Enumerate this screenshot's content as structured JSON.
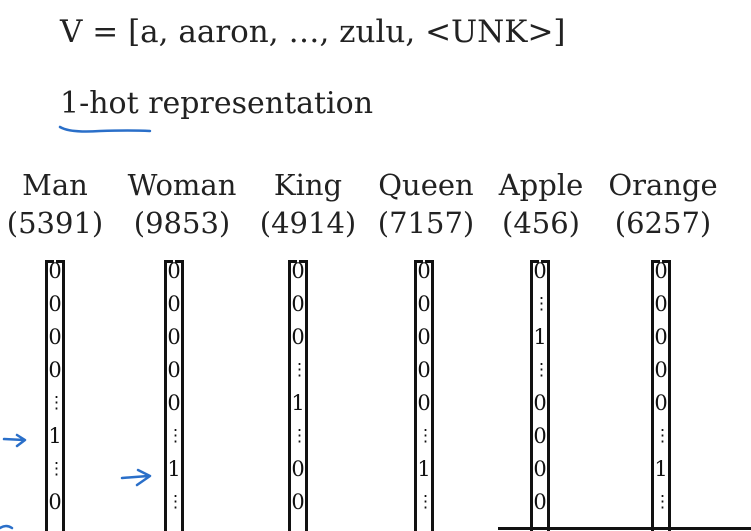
{
  "vocabulary_line": "V = [a, aaron, …, zulu, <UNK>]",
  "heading": "1-hot representation",
  "words": [
    {
      "word": "Man",
      "index": "(5391)",
      "entries": [
        "0",
        "0",
        "0",
        "0",
        "⋮",
        "1",
        "⋮",
        "0"
      ]
    },
    {
      "word": "Woman",
      "index": "(9853)",
      "entries": [
        "0",
        "0",
        "0",
        "0",
        "0",
        "⋮",
        "1",
        "⋮"
      ]
    },
    {
      "word": "King",
      "index": "(4914)",
      "entries": [
        "0",
        "0",
        "0",
        "⋮",
        "1",
        "⋮",
        "0",
        "0"
      ]
    },
    {
      "word": "Queen",
      "index": "(7157)",
      "entries": [
        "0",
        "0",
        "0",
        "0",
        "0",
        "⋮",
        "1",
        "⋮"
      ]
    },
    {
      "word": "Apple",
      "index": "(456)",
      "entries": [
        "0",
        "⋮",
        "1",
        "⋮",
        "0",
        "0",
        "0",
        "0"
      ]
    },
    {
      "word": "Orange",
      "index": "(6257)",
      "entries": [
        "0",
        "0",
        "0",
        "0",
        "0",
        "⋮",
        "1",
        "⋮"
      ]
    }
  ],
  "annotation_ink_color": "#2a6fc9",
  "annotations": [
    "underline-under-1-hot",
    "arrow-at-man-entry",
    "arrow-at-woman-entry"
  ]
}
